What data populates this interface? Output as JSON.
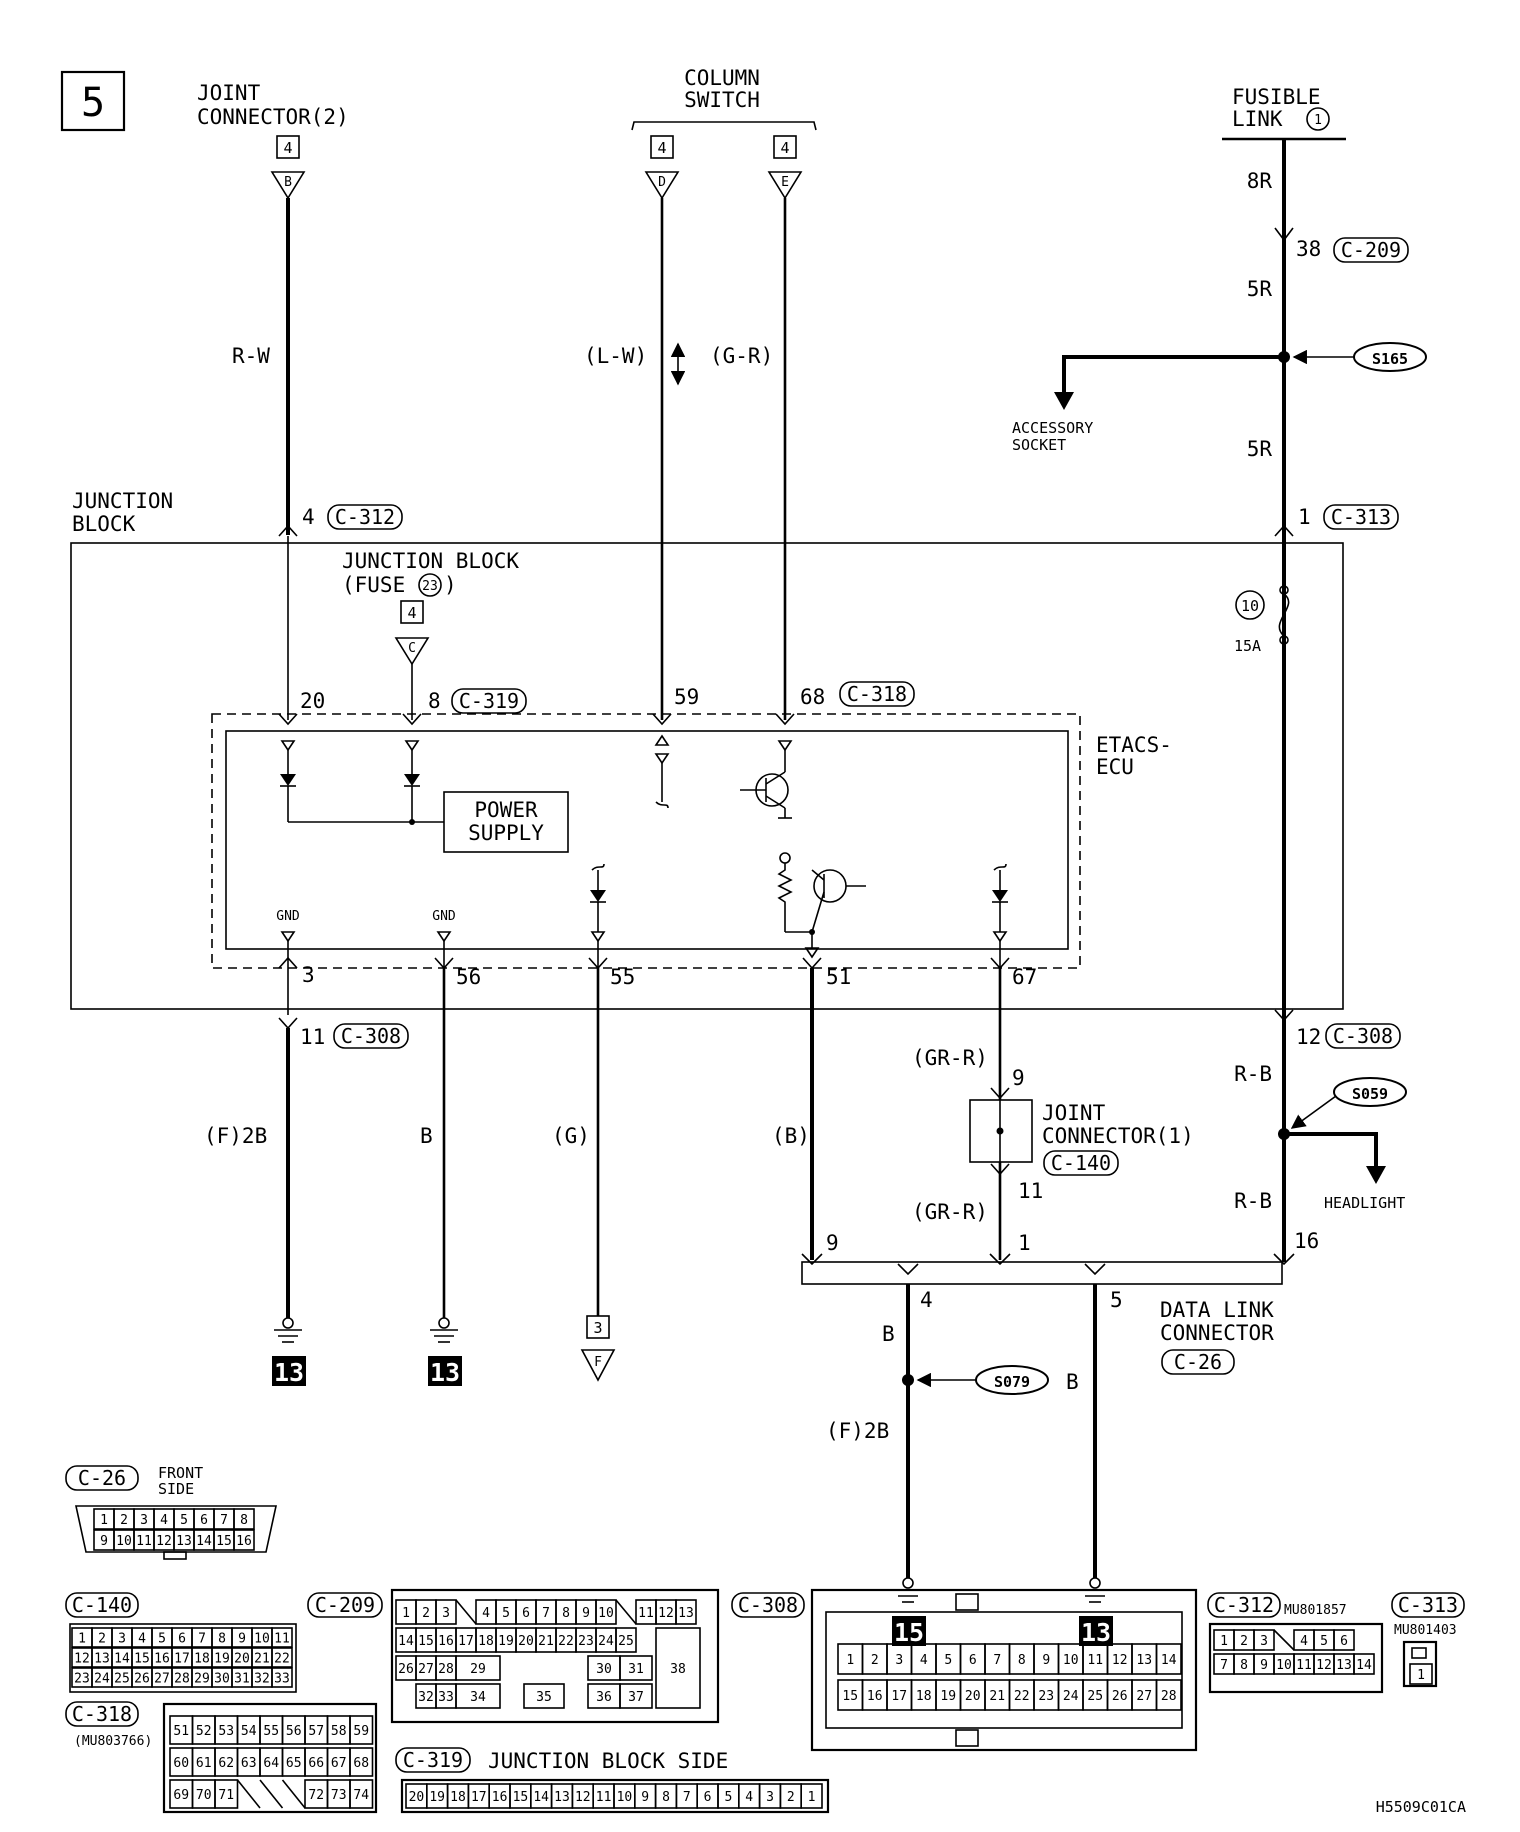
{
  "page_number": "5",
  "figure_code": "H5509C01CA",
  "top": {
    "joint_connector_2": {
      "line1": "JOINT",
      "line2": "CONNECTOR(2)",
      "ref": "4",
      "tag": "B"
    },
    "column_switch": {
      "line1": "COLUMN",
      "line2": "SWITCH",
      "ref_d": "4",
      "tag_d": "D",
      "ref_e": "4",
      "tag_e": "E"
    },
    "fusible_link": {
      "line1": "FUSIBLE",
      "line2": "LINK",
      "num": "1"
    }
  },
  "wires": {
    "rw": "R-W",
    "lw": "(L-W)",
    "gr": "(G-R)",
    "fl_8r": "8R",
    "fl_5r_a": "5R",
    "fl_5r_b": "5R",
    "f2b": "(F)2B",
    "b56": "B",
    "g55": "(G)",
    "b51": "(B)",
    "grr_top": "(GR-R)",
    "grr_bot": "(GR-R)",
    "rb_top": "R-B",
    "rb_bot": "R-B",
    "dlc_b4": "B",
    "dlc_f2b": "(F)2B",
    "dlc_b5": "B"
  },
  "connectors": {
    "c209": "C-209",
    "c312": "C-312",
    "c313": "C-313",
    "c319": "C-319",
    "c318": "C-318",
    "c308": "C-308",
    "c140": "C-140",
    "c26": "C-26"
  },
  "pins": {
    "p38": "38",
    "p4": "4",
    "p1": "1",
    "p20": "20",
    "p8": "8",
    "p59": "59",
    "p68": "68",
    "p3": "3",
    "p56": "56",
    "p55": "55",
    "p51": "51",
    "p67": "67",
    "p11": "11",
    "p12": "12",
    "p9": "9",
    "p11b": "11",
    "dlc9": "9",
    "dlc1": "1",
    "dlc16": "16",
    "dlc4": "4",
    "dlc5": "5"
  },
  "splices": {
    "s165": "S165",
    "s059": "S059",
    "s079": "S079"
  },
  "labels": {
    "accessory_1": "ACCESSORY",
    "accessory_2": "SOCKET",
    "junction_block_1": "JUNCTION",
    "junction_block_2": "BLOCK",
    "jb_fuse_1": "JUNCTION BLOCK",
    "jb_fuse_2": "(FUSE",
    "jb_fuse_num": "23",
    "jb_fuse_close": ")",
    "jb_fuse_ref": "4",
    "jb_fuse_tag": "C",
    "fuse_num": "10",
    "fuse_amp": "15A",
    "etacs_1": "ETACS-",
    "etacs_2": "ECU",
    "power_1": "POWER",
    "power_2": "SUPPLY",
    "gnd_a": "GND",
    "gnd_b": "GND",
    "jc1_1": "JOINT",
    "jc1_2": "CONNECTOR(1)",
    "headlight": "HEADLIGHT",
    "dlc_1": "DATA LINK",
    "dlc_2": "CONNECTOR",
    "ground_13a": "13",
    "ground_13b": "13",
    "ground_15": "15",
    "ground_13c": "13",
    "to_ref": "3",
    "to_tag": "F"
  },
  "legend": {
    "c26": {
      "name": "C-26",
      "note_1": "FRONT",
      "note_2": "SIDE",
      "row1": [
        "1",
        "2",
        "3",
        "4",
        "5",
        "6",
        "7",
        "8"
      ],
      "row2": [
        "9",
        "10",
        "11",
        "12",
        "13",
        "14",
        "15",
        "16"
      ]
    },
    "c140": {
      "name": "C-140",
      "row1": [
        "1",
        "2",
        "3",
        "4",
        "5",
        "6",
        "7",
        "8",
        "9",
        "10",
        "11"
      ],
      "row2": [
        "12",
        "13",
        "14",
        "15",
        "16",
        "17",
        "18",
        "19",
        "20",
        "21",
        "22"
      ],
      "row3": [
        "23",
        "24",
        "25",
        "26",
        "27",
        "28",
        "29",
        "30",
        "31",
        "32",
        "33"
      ]
    },
    "c209": {
      "name": "C-209",
      "row1": [
        "1",
        "2",
        "3",
        "",
        "4",
        "5",
        "6",
        "7",
        "8",
        "9",
        "10",
        "",
        "11",
        "12",
        "13"
      ],
      "row2": [
        "14",
        "15",
        "16",
        "17",
        "18",
        "19",
        "20",
        "21",
        "22",
        "23",
        "24",
        "25"
      ],
      "row3": [
        "26",
        "27",
        "28",
        "29",
        "30",
        "31"
      ],
      "row4": [
        "32",
        "33",
        "34",
        "35",
        "36",
        "37"
      ],
      "big": "38"
    },
    "c308": {
      "name": "C-308",
      "row1": [
        "1",
        "2",
        "3",
        "4",
        "5",
        "6",
        "7",
        "8",
        "9",
        "10",
        "11",
        "12",
        "13",
        "14"
      ],
      "row2": [
        "15",
        "16",
        "17",
        "18",
        "19",
        "20",
        "21",
        "22",
        "23",
        "24",
        "25",
        "26",
        "27",
        "28"
      ]
    },
    "c312": {
      "name": "C-312",
      "part": "MU801857",
      "row1": [
        "1",
        "2",
        "3",
        "",
        "4",
        "5",
        "6"
      ],
      "row2": [
        "7",
        "8",
        "9",
        "10",
        "11",
        "12",
        "13",
        "14"
      ]
    },
    "c313": {
      "name": "C-313",
      "part": "MU801403",
      "pin": "1"
    },
    "c318": {
      "name": "C-318",
      "part": "(MU803766)",
      "row1": [
        "51",
        "52",
        "53",
        "54",
        "55",
        "56",
        "57",
        "58",
        "59"
      ],
      "row2": [
        "60",
        "61",
        "62",
        "63",
        "64",
        "65",
        "66",
        "67",
        "68"
      ],
      "row3": [
        "69",
        "70",
        "71",
        "",
        "",
        "",
        "72",
        "73",
        "74"
      ]
    },
    "c319": {
      "name": "C-319",
      "note": "JUNCTION BLOCK SIDE",
      "row1": [
        "20",
        "19",
        "18",
        "17",
        "16",
        "15",
        "14",
        "13",
        "12",
        "11",
        "10",
        "9",
        "8",
        "7",
        "6",
        "5",
        "4",
        "3",
        "2",
        "1"
      ]
    }
  }
}
